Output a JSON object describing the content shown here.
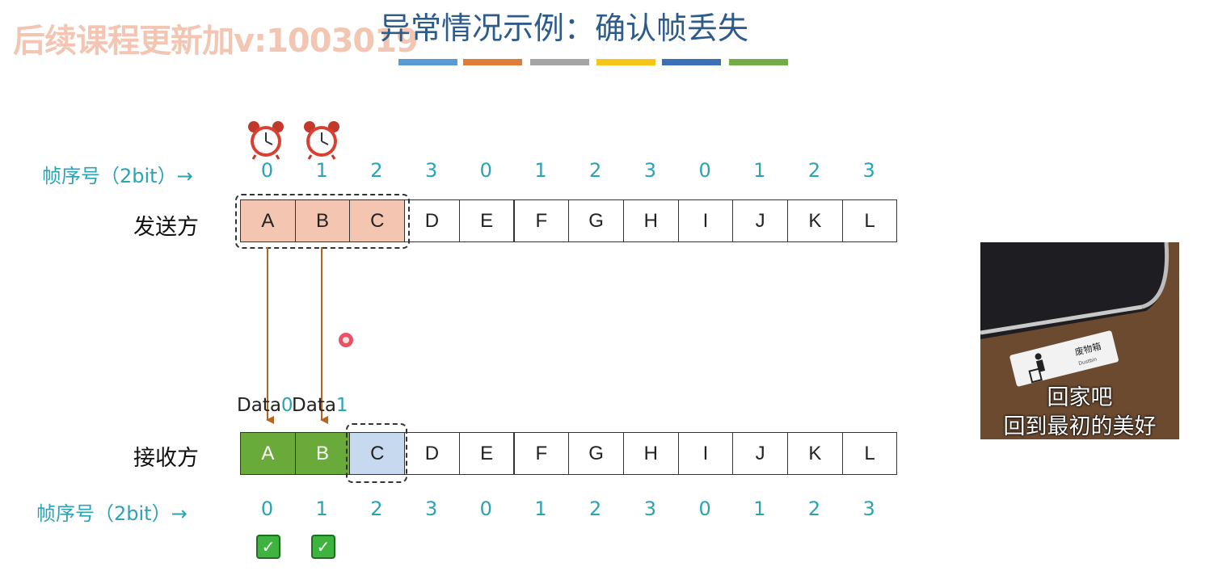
{
  "watermark": "后续课程更新加v:1003019",
  "title": "异常情况示例：确认帧丢失",
  "color_bars": [
    "#5b9bd5",
    "#e07b39",
    "#a5a5a5",
    "#f5c518",
    "#3b6fb6",
    "#70ad47"
  ],
  "sender": {
    "label": "发送方",
    "seq_label": "帧序号（2bit）→",
    "seq_numbers": [
      "0",
      "1",
      "2",
      "3",
      "0",
      "1",
      "2",
      "3",
      "0",
      "1",
      "2",
      "3"
    ],
    "frames": [
      "A",
      "B",
      "C",
      "D",
      "E",
      "F",
      "G",
      "H",
      "I",
      "J",
      "K",
      "L"
    ],
    "sent_frames": [
      "A",
      "B",
      "C"
    ],
    "timer_icons": [
      "alarm-clock-icon",
      "alarm-clock-icon"
    ]
  },
  "receiver": {
    "label": "接收方",
    "seq_label": "帧序号（2bit）→",
    "seq_numbers": [
      "0",
      "1",
      "2",
      "3",
      "0",
      "1",
      "2",
      "3",
      "0",
      "1",
      "2",
      "3"
    ],
    "frames": [
      "A",
      "B",
      "C",
      "D",
      "E",
      "F",
      "G",
      "H",
      "I",
      "J",
      "K",
      "L"
    ],
    "received_frames": [
      "A",
      "B"
    ],
    "window_frame": "C"
  },
  "transmissions": [
    {
      "prefix": "Data",
      "seq": "0"
    },
    {
      "prefix": "Data",
      "seq": "1"
    }
  ],
  "checks": [
    "check-icon",
    "check-icon"
  ],
  "photo": {
    "sign_text": "废物箱",
    "sign_subtext": "Dustbin",
    "caption_line1": "回家吧",
    "caption_line2": "回到最初的美好"
  }
}
